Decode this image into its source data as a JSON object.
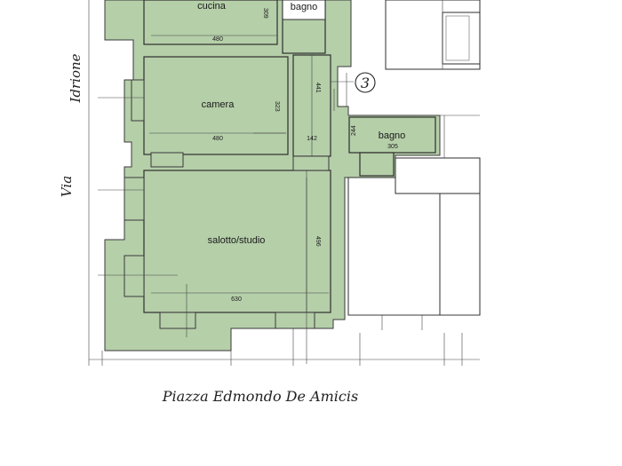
{
  "rooms": {
    "cucina": {
      "label": "cucina",
      "dim_w": "480",
      "dim_h": "309"
    },
    "bagno_top": {
      "label": "bagno"
    },
    "camera": {
      "label": "camera",
      "dim_w": "480",
      "dim_h": "323"
    },
    "corridor": {
      "dim_w": "142",
      "dim_h": "441"
    },
    "bagno_right": {
      "label": "bagno",
      "dim_w": "305",
      "dim_h": "244"
    },
    "salotto": {
      "label": "salotto/studio",
      "dim_w": "630",
      "dim_h": "496"
    }
  },
  "unit_marker": "3",
  "street_vertical": {
    "word1": "Idrione",
    "word2": "Via"
  },
  "street_bottom": "Piazza Edmondo De Amicis",
  "colors": {
    "room_fill": "#b5cfa9",
    "line": "#2e2e2e"
  }
}
